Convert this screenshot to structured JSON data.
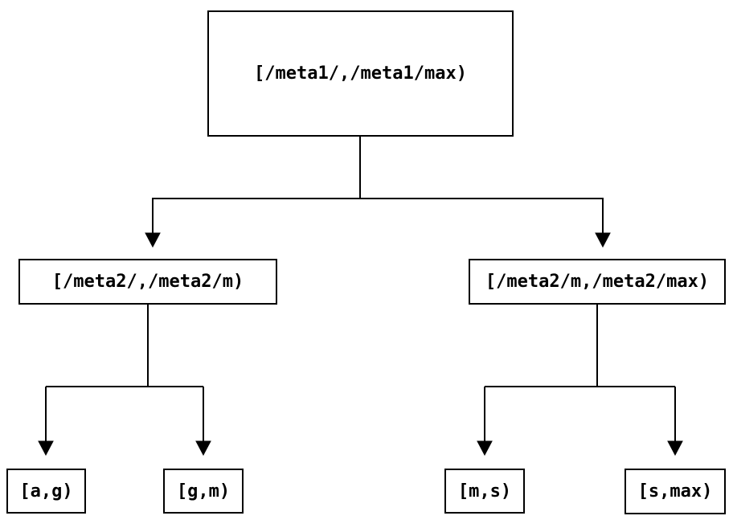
{
  "diagram": {
    "type": "binary-interval-tree",
    "colors": {
      "line": "#000000",
      "background": "#ffffff"
    },
    "tree": {
      "root": {
        "label": "[/meta1/,/meta1/max)"
      },
      "children": [
        {
          "label": "[/meta2/,/meta2/m)",
          "children": [
            {
              "label": "[a,g)"
            },
            {
              "label": "[g,m)"
            }
          ]
        },
        {
          "label": "[/meta2/m,/meta2/max)",
          "children": [
            {
              "label": "[m,s)"
            },
            {
              "label": "[s,max)"
            }
          ]
        }
      ]
    }
  }
}
